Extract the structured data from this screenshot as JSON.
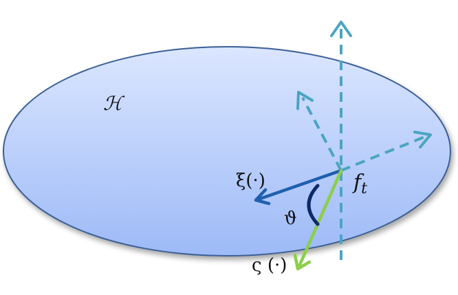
{
  "labels": {
    "space": "ℋ",
    "point": "f",
    "point_subscript": "t",
    "xi": "ξ(·)",
    "zeta": "ς (·)",
    "angle": "ϑ"
  },
  "colors": {
    "ellipse_fill_top": "#dbe6ff",
    "ellipse_fill_bottom": "#9dbaf7",
    "ellipse_stroke": "#3a5f95",
    "dashed_arrow": "#4aa5c2",
    "xi_arrow": "#1f5fae",
    "zeta_arrow": "#8cce4a",
    "angle_arc": "#0d2a66"
  }
}
